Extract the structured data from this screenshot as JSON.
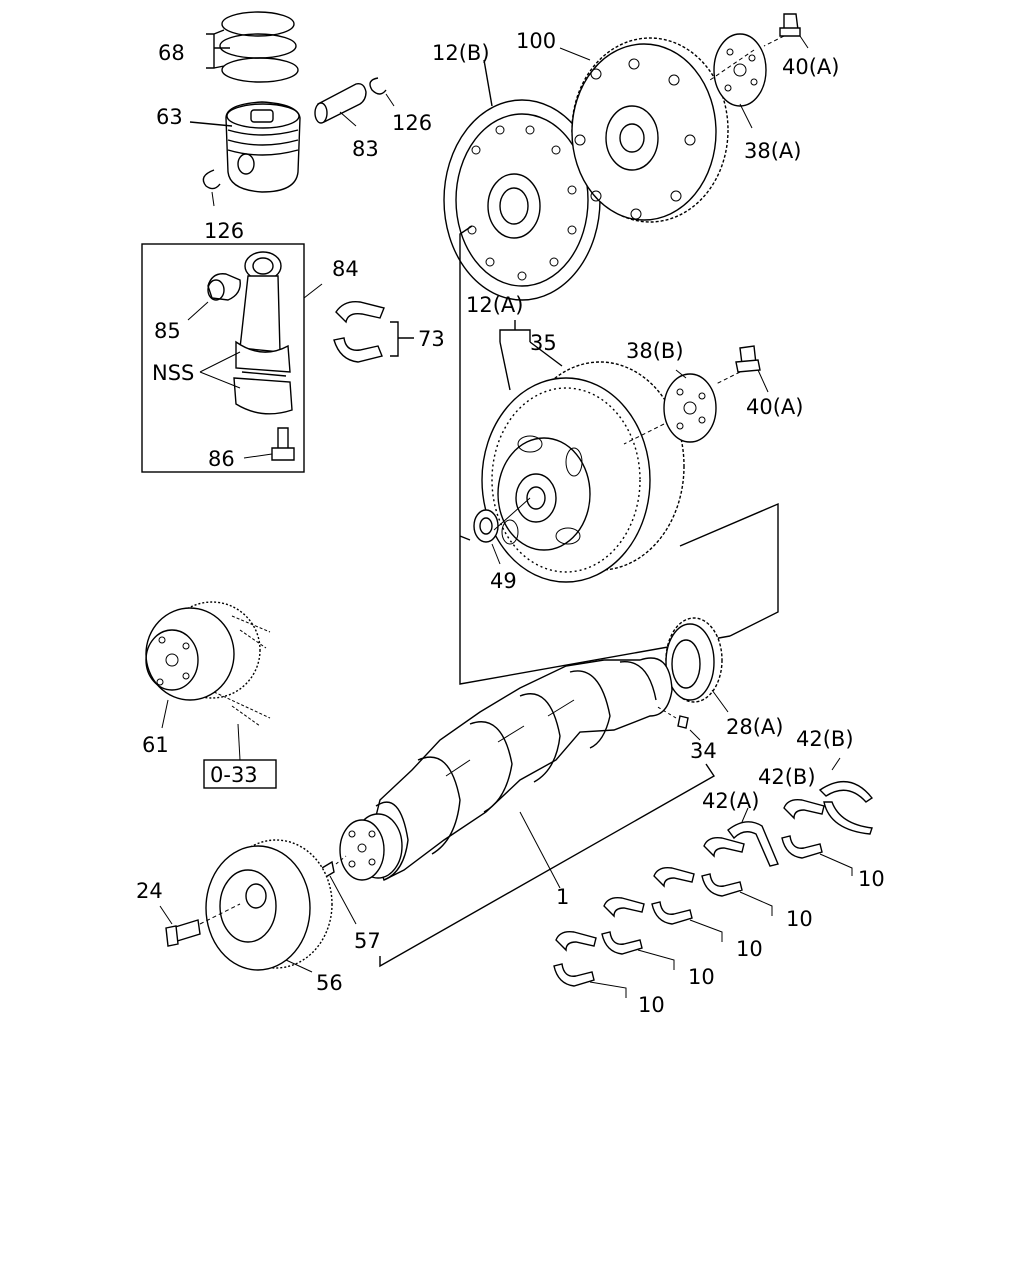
{
  "labels": {
    "l68": "68",
    "l63": "63",
    "l83": "83",
    "l126a": "126",
    "l126b": "126",
    "l100": "100",
    "l12b": "12(B)",
    "l40a1": "40(A)",
    "l38a": "38(A)",
    "l84": "84",
    "l85": "85",
    "lnss": "NSS",
    "l73": "73",
    "l86": "86",
    "l12a": "12(A)",
    "l35": "35",
    "l38b": "38(B)",
    "l40a2": "40(A)",
    "l49": "49",
    "l61": "61",
    "lref": "0-33",
    "l28a": "28(A)",
    "l34": "34",
    "l42b1": "42(B)",
    "l42b2": "42(B)",
    "l42a": "42(A)",
    "l10a": "10",
    "l10b": "10",
    "l10c": "10",
    "l10d": "10",
    "l10e": "10",
    "l1": "1",
    "l24": "24",
    "l57": "57",
    "l56": "56"
  }
}
